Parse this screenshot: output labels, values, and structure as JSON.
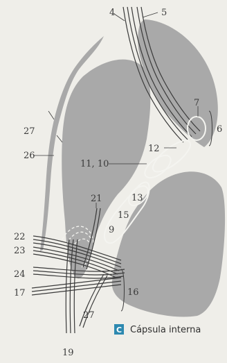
{
  "colors": {
    "background": "#efeee9",
    "nucleus_fill": "#a9a9a9",
    "fiber_stroke": "#3a3a3a",
    "badge": "#2d89b0"
  },
  "labels": {
    "l4": "4",
    "l5": "5",
    "l6": "6",
    "l7": "7",
    "l9": "9",
    "l11_10": "11, 10",
    "l12": "12",
    "l13": "13",
    "l15": "15",
    "l16": "16",
    "l17": "17",
    "l19": "19",
    "l21": "21",
    "l22": "22",
    "l23": "23",
    "l24": "24",
    "l26": "26",
    "l27_top": "27",
    "l27_bottom": "27"
  },
  "caption": {
    "badge": "C",
    "text": "Cápsula interna"
  }
}
